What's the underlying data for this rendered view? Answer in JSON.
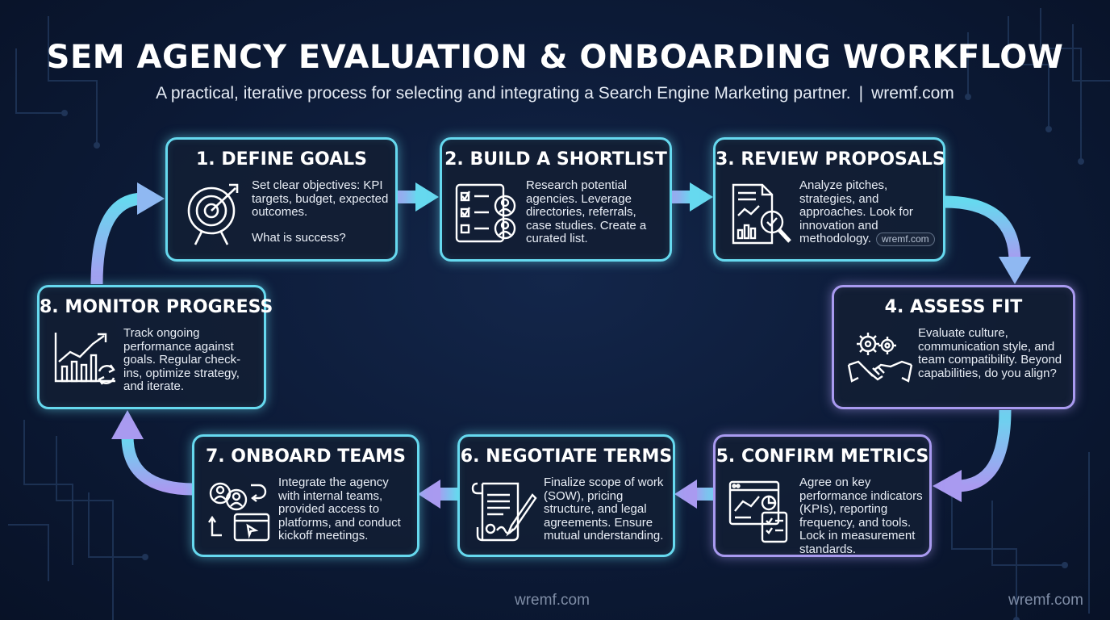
{
  "header": {
    "title": "SEM AGENCY EVALUATION & ONBOARDING WORKFLOW",
    "subtitle": "A practical, iterative process for selecting and integrating a Search Engine Marketing partner.",
    "separator": "|",
    "site": "wremf.com"
  },
  "steps": [
    {
      "title": "1. DEFINE GOALS",
      "body": "Set clear objectives: KPI targets, budget, expected outcomes.",
      "note": "What is success?",
      "icon": "target-icon"
    },
    {
      "title": "2. BUILD A SHORTLIST",
      "body": "Research potential agencies. Leverage directories, referrals, case studies. Create a curated list.",
      "icon": "checklist-icon"
    },
    {
      "title": "3. REVIEW PROPOSALS",
      "body": "Analyze pitches, strategies, and approaches. Look for innovation and methodology.",
      "badge": "wremf.com",
      "icon": "document-magnifier-icon"
    },
    {
      "title": "4. ASSESS FIT",
      "body": "Evaluate culture, communication style, and team compatibility. Beyond capabilities, do you align?",
      "icon": "gears-handshake-icon"
    },
    {
      "title": "5. CONFIRM METRICS",
      "body": "Agree on key performance indicators (KPIs), reporting frequency, and tools. Lock in measurement standards.",
      "icon": "dashboard-checklist-icon"
    },
    {
      "title": "6. NEGOTIATE TERMS",
      "body": "Finalize scope of work (SOW), pricing structure, and legal agreements. Ensure mutual understanding.",
      "icon": "contract-pen-icon"
    },
    {
      "title": "7. ONBOARD TEAMS",
      "body": "Integrate the agency with internal teams, provided access to platforms, and conduct kickoff meetings.",
      "icon": "team-window-icon"
    },
    {
      "title": "8. MONITOR PROGRESS",
      "body": "Track ongoing performance against goals. Regular check-ins, optimize strategy, and iterate.",
      "icon": "growth-chart-icon"
    }
  ],
  "watermarks": {
    "bottom_center": "wremf.com",
    "bottom_right": "wremf.com"
  },
  "colors": {
    "background": "#0c1a36",
    "cyan": "#66d9ef",
    "violet": "#a99af0",
    "text": "#ffffff"
  }
}
